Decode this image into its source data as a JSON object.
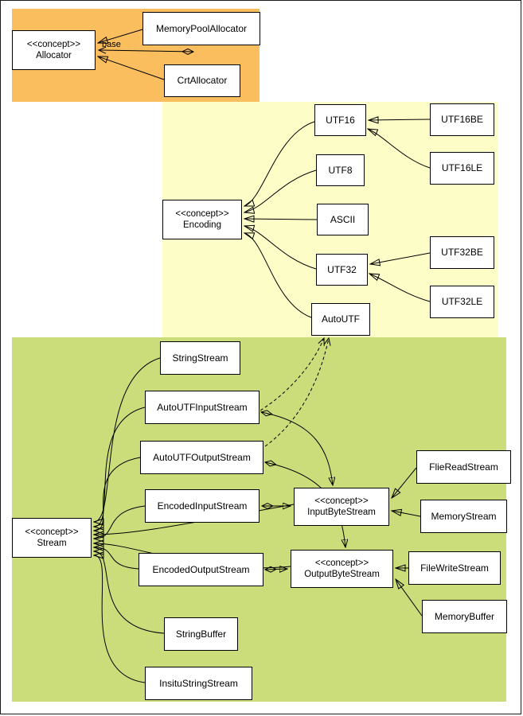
{
  "regions": {
    "allocator": {
      "fill": "#FBBE5E"
    },
    "encoding": {
      "fill": "#FDFDC8"
    },
    "stream": {
      "fill": "#CBDD7A"
    }
  },
  "edge_labels": {
    "base": "base"
  },
  "nodes": {
    "allocator": {
      "stereotype": "<<concept>>",
      "name": "Allocator"
    },
    "memory_pool_allocator": {
      "name": "MemoryPoolAllocator"
    },
    "crt_allocator": {
      "name": "CrtAllocator"
    },
    "encoding": {
      "stereotype": "<<concept>>",
      "name": "Encoding"
    },
    "utf16": {
      "name": "UTF16"
    },
    "utf16be": {
      "name": "UTF16BE"
    },
    "utf16le": {
      "name": "UTF16LE"
    },
    "utf8": {
      "name": "UTF8"
    },
    "ascii": {
      "name": "ASCII"
    },
    "utf32": {
      "name": "UTF32"
    },
    "utf32be": {
      "name": "UTF32BE"
    },
    "utf32le": {
      "name": "UTF32LE"
    },
    "auto_utf": {
      "name": "AutoUTF"
    },
    "stream": {
      "stereotype": "<<concept>>",
      "name": "Stream"
    },
    "string_stream": {
      "name": "StringStream"
    },
    "auto_utf_input_stream": {
      "name": "AutoUTFInputStream"
    },
    "auto_utf_output_stream": {
      "name": "AutoUTFOutputStream"
    },
    "encoded_input_stream": {
      "name": "EncodedInputStream"
    },
    "encoded_output_stream": {
      "name": "EncodedOutputStream"
    },
    "string_buffer": {
      "name": "StringBuffer"
    },
    "insitu_string_stream": {
      "name": "InsituStringStream"
    },
    "input_byte_stream": {
      "stereotype": "<<concept>>",
      "name": "InputByteStream"
    },
    "output_byte_stream": {
      "stereotype": "<<concept>>",
      "name": "OutputByteStream"
    },
    "flie_read_stream": {
      "name": "FlieReadStream"
    },
    "memory_stream": {
      "name": "MemoryStream"
    },
    "file_write_stream": {
      "name": "FileWriteStream"
    },
    "memory_buffer": {
      "name": "MemoryBuffer"
    }
  }
}
